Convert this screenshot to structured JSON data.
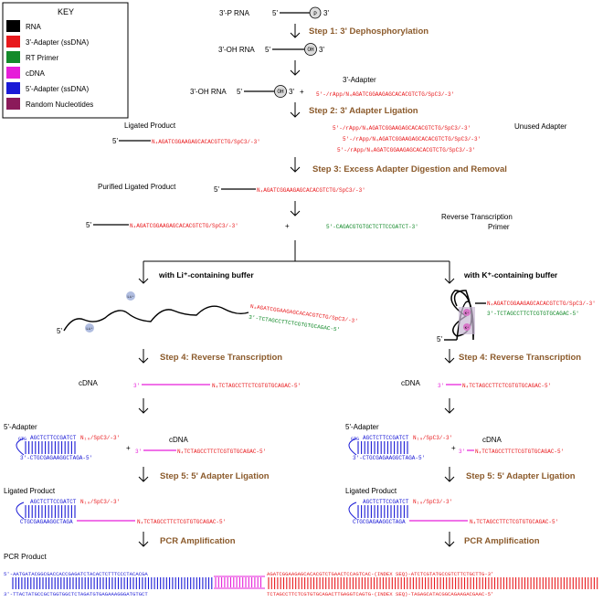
{
  "key": {
    "title": "KEY",
    "items": [
      {
        "label": "RNA",
        "color": "#000000"
      },
      {
        "label": "3'-Adapter (ssDNA)",
        "color": "#e8191c"
      },
      {
        "label": "RT Primer",
        "color": "#138a2a"
      },
      {
        "label": "cDNA",
        "color": "#e61ed9"
      },
      {
        "label": "5'-Adapter (ssDNA)",
        "color": "#1a1ad6"
      },
      {
        "label": "Random Nucleotides",
        "color": "#8b1a5a"
      }
    ]
  },
  "top": {
    "rna3p": "3'-P RNA",
    "five_prime": "5'",
    "three_prime": "3'",
    "phosphate": "P",
    "oh": "OH",
    "step1": "Step 1: 3' Dephosphorylation",
    "rna3oh": "3'-OH RNA",
    "plus": "+",
    "adapter3_label": "3'-Adapter",
    "adapter3_seq": "5'-/rApp/N₄AGATCGGAAGAGCACACGTCTG/SpC3/-3'",
    "step2": "Step 2: 3' Adapter Ligation",
    "ligated_product": "Ligated Product",
    "ligated_seq": "N₄AGATCGGAAGAGCACACGTCTG/SpC3/-3'",
    "unused_adapter": "Unused Adapter",
    "step3": "Step 3: Excess Adapter Digestion and Removal",
    "purified": "Purified Ligated Product",
    "rt_primer_label": "Reverse Transcription\nPrimer",
    "rt_primer_seq": "5'-CAGACGTGTGCTCTTCCGATCT-3'"
  },
  "branches": {
    "left_buffer": "with Li⁺-containing buffer",
    "right_buffer": "with K⁺-containing buffer",
    "li": "Li⁺",
    "k": "K⁺",
    "hyb_top": "N₄AGATCGGAAGAGCACACGTCTG/SpC3/-3'",
    "hyb_bottom": "3'-TCTAGCCTTCTCGTGTGCAGAC-5'",
    "step4": "Step 4: Reverse Transcription",
    "cdna": "cDNA",
    "cdna_seq": "N₄TCTAGCCTTCTCGTGTGCAGAC-5'",
    "adapter5_label": "5'-Adapter",
    "adapter5_top": "AGCTCTTCCGATCT",
    "adapter5_n": "N₁₀/SpC3/-3'",
    "adapter5_bottom": "3'-CTGCGAGAAGGCTAGA-5'",
    "adapter5_loop": "GTG",
    "step5": "Step 5: 5' Adapter Ligation",
    "ligated_product": "Ligated Product",
    "lig_bottom": "CTGCGAGAAGGCTAGA",
    "pcr": "PCR Amplification"
  },
  "pcr": {
    "label": "PCR Product",
    "top_blue": "5'-AATGATACGGCGACCACCGAGATCTACACTCTTTCCCTACACGA",
    "top_red": "AGATCGGAAGAGCACACGTCTGAACTCCAGTCAC-(INDEX SEQ)-ATCTCGTATGCCGTCTTCTGCTTG-3'",
    "bottom_blue": "3'-TTACTATGCCGCTGGTGGCTCTAGATGTGAGAAAGGGATGTGCT",
    "bottom_red": "TCTAGCCTTCTCGTGTGCAGACTTGAGGTCAGTG-(INDEX SEQ)-TAGAGCATACGGCAGAAGACGAAC-5'"
  }
}
